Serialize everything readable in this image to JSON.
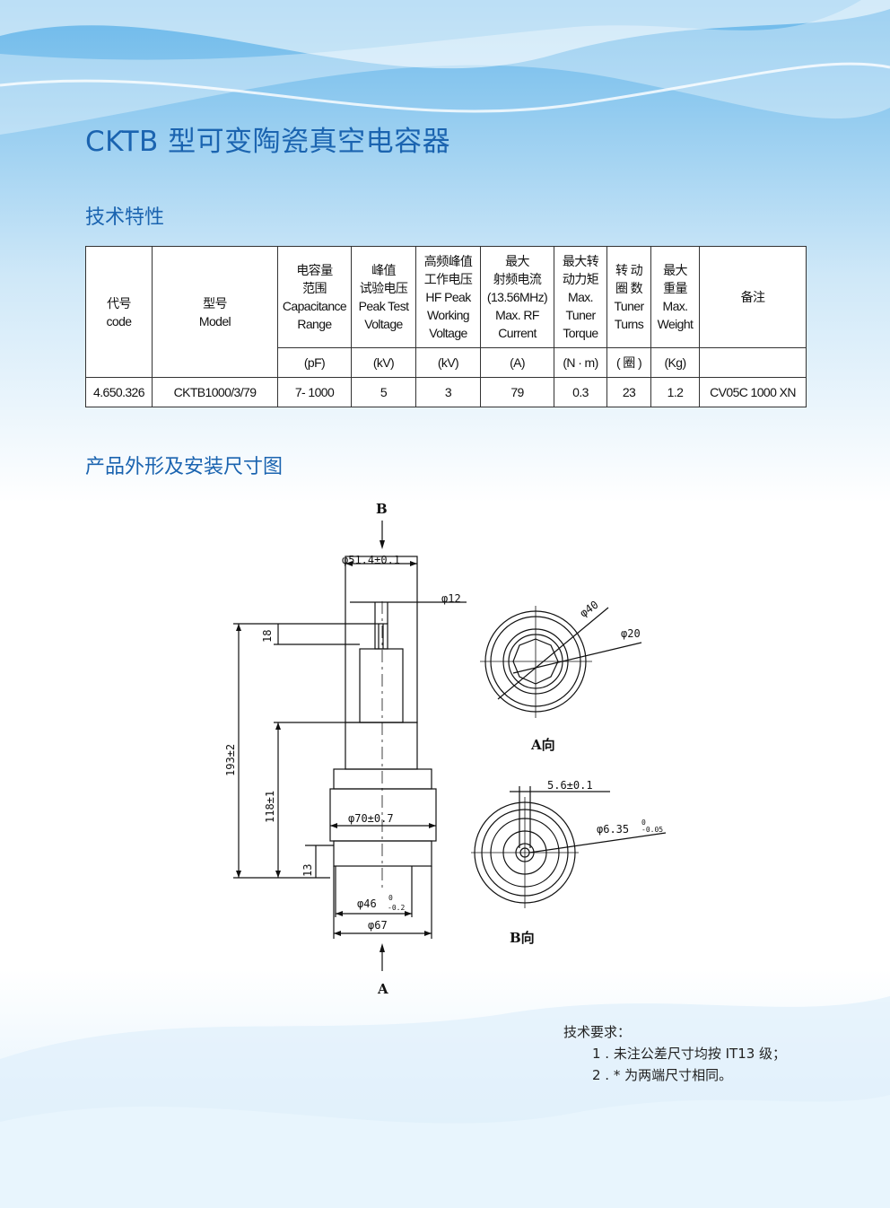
{
  "title": "CKTB 型可变陶瓷真空电容器",
  "sections": {
    "specs": "技术特性",
    "drawing": "产品外形及安装尺寸图"
  },
  "table": {
    "headers": [
      {
        "lines": [
          "代号",
          "code"
        ]
      },
      {
        "lines": [
          "型号",
          "Model"
        ]
      },
      {
        "lines": [
          "电容量",
          "范围",
          "Capacitance",
          "Range"
        ]
      },
      {
        "lines": [
          "峰值",
          "试验电压",
          "Peak Test",
          "Voltage"
        ]
      },
      {
        "lines": [
          "高频峰值",
          "工作电压",
          "HF Peak",
          "Working",
          "Voltage"
        ]
      },
      {
        "lines": [
          "最大",
          "射频电流",
          "(13.56MHz)",
          "Max. RF",
          "Current"
        ]
      },
      {
        "lines": [
          "最大转",
          "动力矩",
          "Max.",
          "Tuner",
          "Torque"
        ]
      },
      {
        "lines": [
          "转 动",
          "圈 数",
          "Tuner",
          "Turns"
        ]
      },
      {
        "lines": [
          "最大",
          "重量",
          "Max.",
          "Weight"
        ]
      },
      {
        "lines": [
          "备注"
        ]
      }
    ],
    "units": [
      "(pF)",
      "(kV)",
      "(kV)",
      "(A)",
      "(N · m)",
      "( 圈 )",
      "(Kg)",
      ""
    ],
    "rows": [
      [
        "4.650.326",
        "CKTB1000/3/79",
        "7- 1000",
        "5",
        "3",
        "79",
        "0.3",
        "23",
        "1.2",
        "CV05C 1000 XN"
      ]
    ]
  },
  "drawing": {
    "view_b": "B",
    "view_a": "A",
    "dia_51": "φ51.4±0.1",
    "dia_12": "φ12",
    "dim_18": "18",
    "dim_193": "193±2",
    "dim_118": "118±1",
    "dim_13": "13",
    "dia_70": "φ70±0.7",
    "dia_46": "φ46",
    "dia_46_tol_upper": "0",
    "dia_46_tol_lower": "-0.2",
    "dia_67": "φ67",
    "dia_40": "φ40",
    "dia_20": "φ20",
    "a_view_label": "A向",
    "dim_5_6": "5.6±0.1",
    "dia_6_35": "φ6.35",
    "dia_6_35_tol_upper": "0",
    "dia_6_35_tol_lower": "-0.05",
    "b_view_label": "B向"
  },
  "notes": {
    "heading": "技术要求：",
    "items": [
      "1 . 未注公差尺寸均按 IT13 级；",
      "2 . * 为两端尺寸相同。"
    ]
  }
}
